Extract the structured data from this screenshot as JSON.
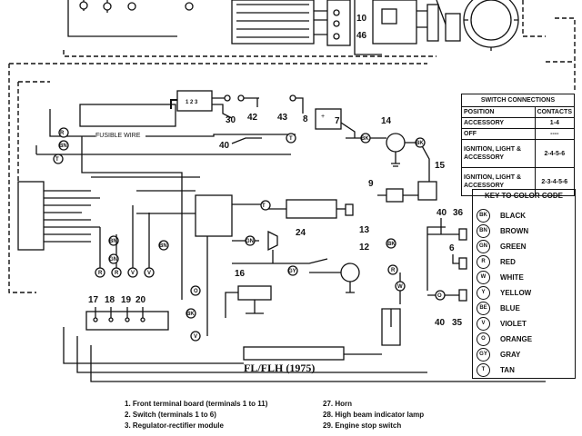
{
  "diagram_title": "FL/FLH (1975)",
  "components": {
    "n10": "10",
    "n46": "46",
    "n30": "30",
    "n42": "42",
    "n43": "43",
    "n8": "8",
    "n7": "7",
    "n14": "14",
    "n15": "15",
    "n9": "9",
    "n13": "13",
    "n24": "24",
    "n12": "12",
    "n16": "16",
    "n17": "17",
    "n18": "18",
    "n19": "19",
    "n20": "20",
    "n40a": "40",
    "n40b": "40",
    "n40c": "40",
    "n36": "36",
    "n6": "6",
    "n35": "35"
  },
  "wire_labels": {
    "fusible": "FUSIBLE WIRE",
    "bk1": "BK",
    "bk2": "BK",
    "bk3": "BK",
    "bk4": "BK",
    "gn1": "GN",
    "gn2": "GN",
    "bn1": "BN",
    "bn2": "BN",
    "bn3": "BN",
    "r1": "R",
    "r2": "R",
    "r3": "R",
    "r4": "R",
    "v1": "V",
    "v2": "V",
    "v3": "V",
    "t1": "T",
    "t2": "T",
    "t3": "T",
    "w1": "W",
    "gy1": "GY",
    "o1": "O",
    "o2": "O"
  },
  "switch_connections": {
    "title": "SWITCH CONNECTIONS",
    "col_position": "POSITION",
    "col_contacts": "CONTACTS",
    "rows": [
      {
        "position": "ACCESSORY",
        "contacts": "1-4"
      },
      {
        "position": "OFF",
        "contacts": "----"
      },
      {
        "position": "IGNITION, LIGHT & ACCESSORY",
        "contacts": "2-4-5-6"
      },
      {
        "position": "IGNITION, LIGHT & ACCESSORY",
        "contacts": "2-3-4-5-6"
      }
    ]
  },
  "color_key": {
    "title": "KEY TO COLOR CODE",
    "items": [
      {
        "code": "BK",
        "name": "BLACK"
      },
      {
        "code": "BN",
        "name": "BROWN"
      },
      {
        "code": "GN",
        "name": "GREEN"
      },
      {
        "code": "R",
        "name": "RED"
      },
      {
        "code": "W",
        "name": "WHITE"
      },
      {
        "code": "Y",
        "name": "YELLOW"
      },
      {
        "code": "BE",
        "name": "BLUE"
      },
      {
        "code": "V",
        "name": "VIOLET"
      },
      {
        "code": "O",
        "name": "ORANGE"
      },
      {
        "code": "GY",
        "name": "GRAY"
      },
      {
        "code": "T",
        "name": "TAN"
      }
    ]
  },
  "legend": {
    "l1": "1.  Front terminal board (terminals 1 to 11)",
    "l2": "2.  Switch (terminals 1 to 6)",
    "l3": "3.  Regulator-rectifier module",
    "r1": "27.  Horn",
    "r2": "28.  High beam indicator lamp",
    "r3": "29.  Engine stop switch"
  }
}
